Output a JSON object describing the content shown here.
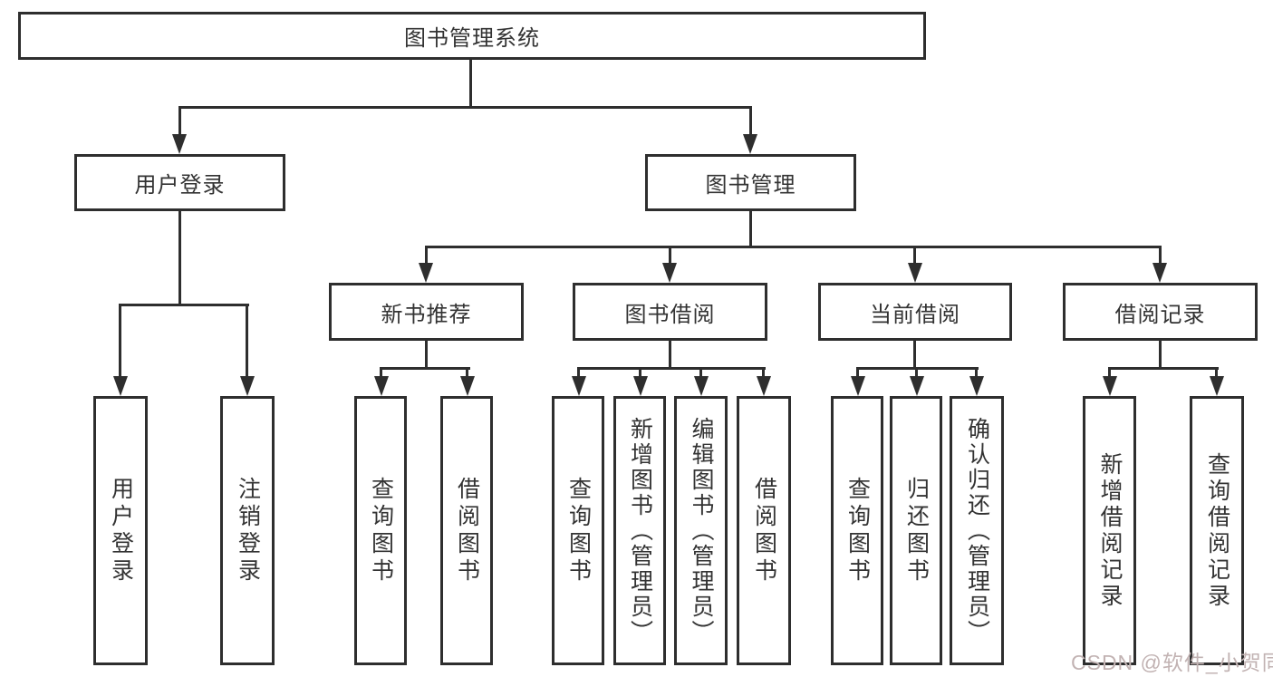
{
  "title": "图书管理系统",
  "level2": {
    "user_login": "用户登录",
    "book_management": "图书管理"
  },
  "level3": {
    "new_book_recommend": "新书推荐",
    "book_borrow": "图书借阅",
    "current_borrow": "当前借阅",
    "borrow_record": "借阅记录"
  },
  "level4": {
    "user_login_leaf": "用户登录",
    "logout": "注销登录",
    "rec_query_book": "查询图书",
    "rec_borrow_book": "借阅图书",
    "bb_query_book": "查询图书",
    "bb_add_book": "新增图书（管理员）",
    "bb_edit_book": "编辑图书（管理员）",
    "bb_borrow_book": "借阅图书",
    "cb_query_book": "查询图书",
    "cb_return_book": "归还图书",
    "cb_confirm_return": "确认归还（管理员）",
    "br_add_record": "新增借阅记录",
    "br_query_record": "查询借阅记录"
  },
  "watermark": "CSDN @软件_小贺同学",
  "colors": {
    "line": "#2e2e2e",
    "text": "#333333",
    "background": "#ffffff",
    "watermark": "#c2b3b3"
  }
}
